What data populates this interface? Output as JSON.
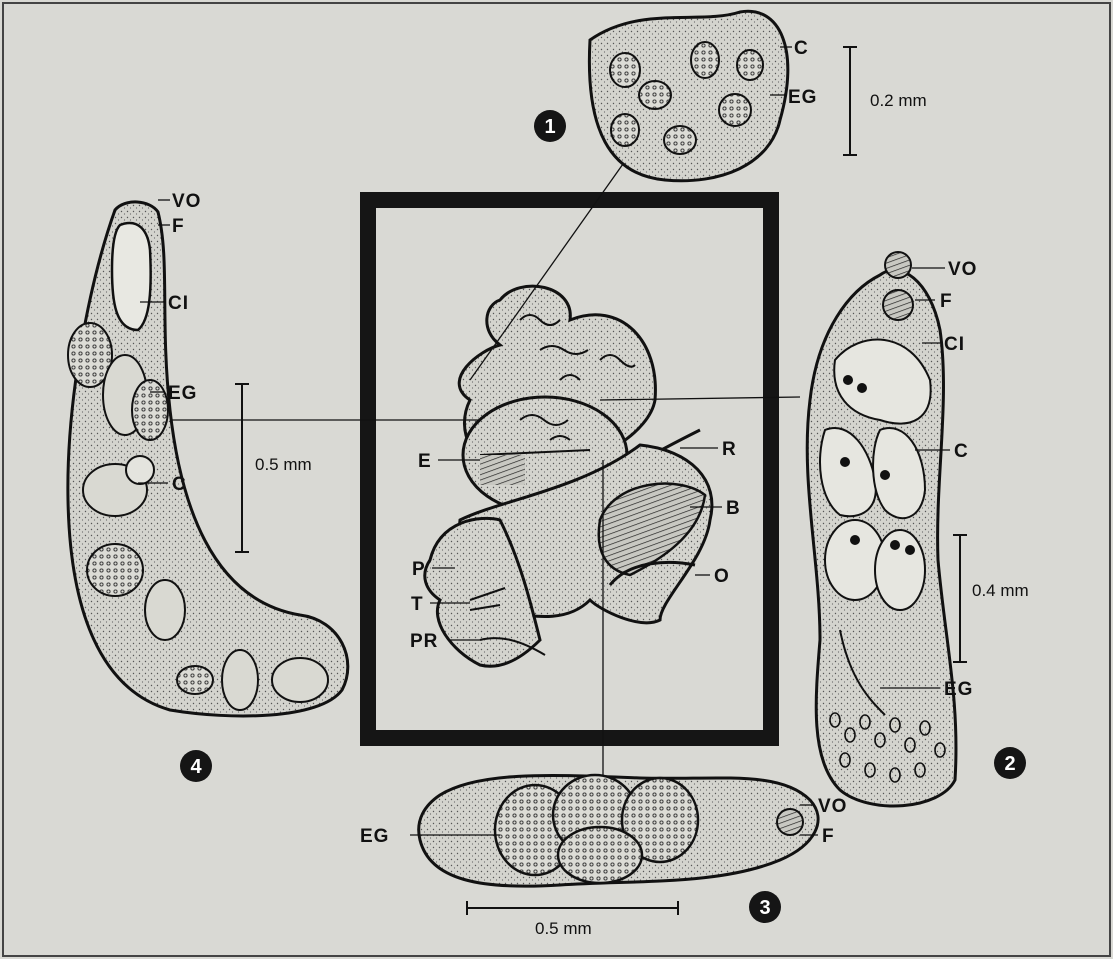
{
  "figure": {
    "panel_numbers": [
      "1",
      "2",
      "3",
      "4"
    ],
    "scales": {
      "fig1": "0.2 mm",
      "fig2": "0.4 mm",
      "fig3": "0.5 mm",
      "fig4": "0.5 mm"
    },
    "labels": {
      "fig1": [
        "C",
        "EG"
      ],
      "fig2": [
        "VO",
        "F",
        "CI",
        "C",
        "EG"
      ],
      "fig3": [
        "VO",
        "F",
        "EG"
      ],
      "fig4": [
        "VO",
        "F",
        "CI",
        "EG",
        "C"
      ],
      "center": [
        "E",
        "R",
        "B",
        "O",
        "P",
        "T",
        "PR"
      ]
    }
  },
  "colors": {
    "background": "#d9d9d4",
    "ink": "#111111",
    "stipple_fill": "#cfcfc8"
  }
}
